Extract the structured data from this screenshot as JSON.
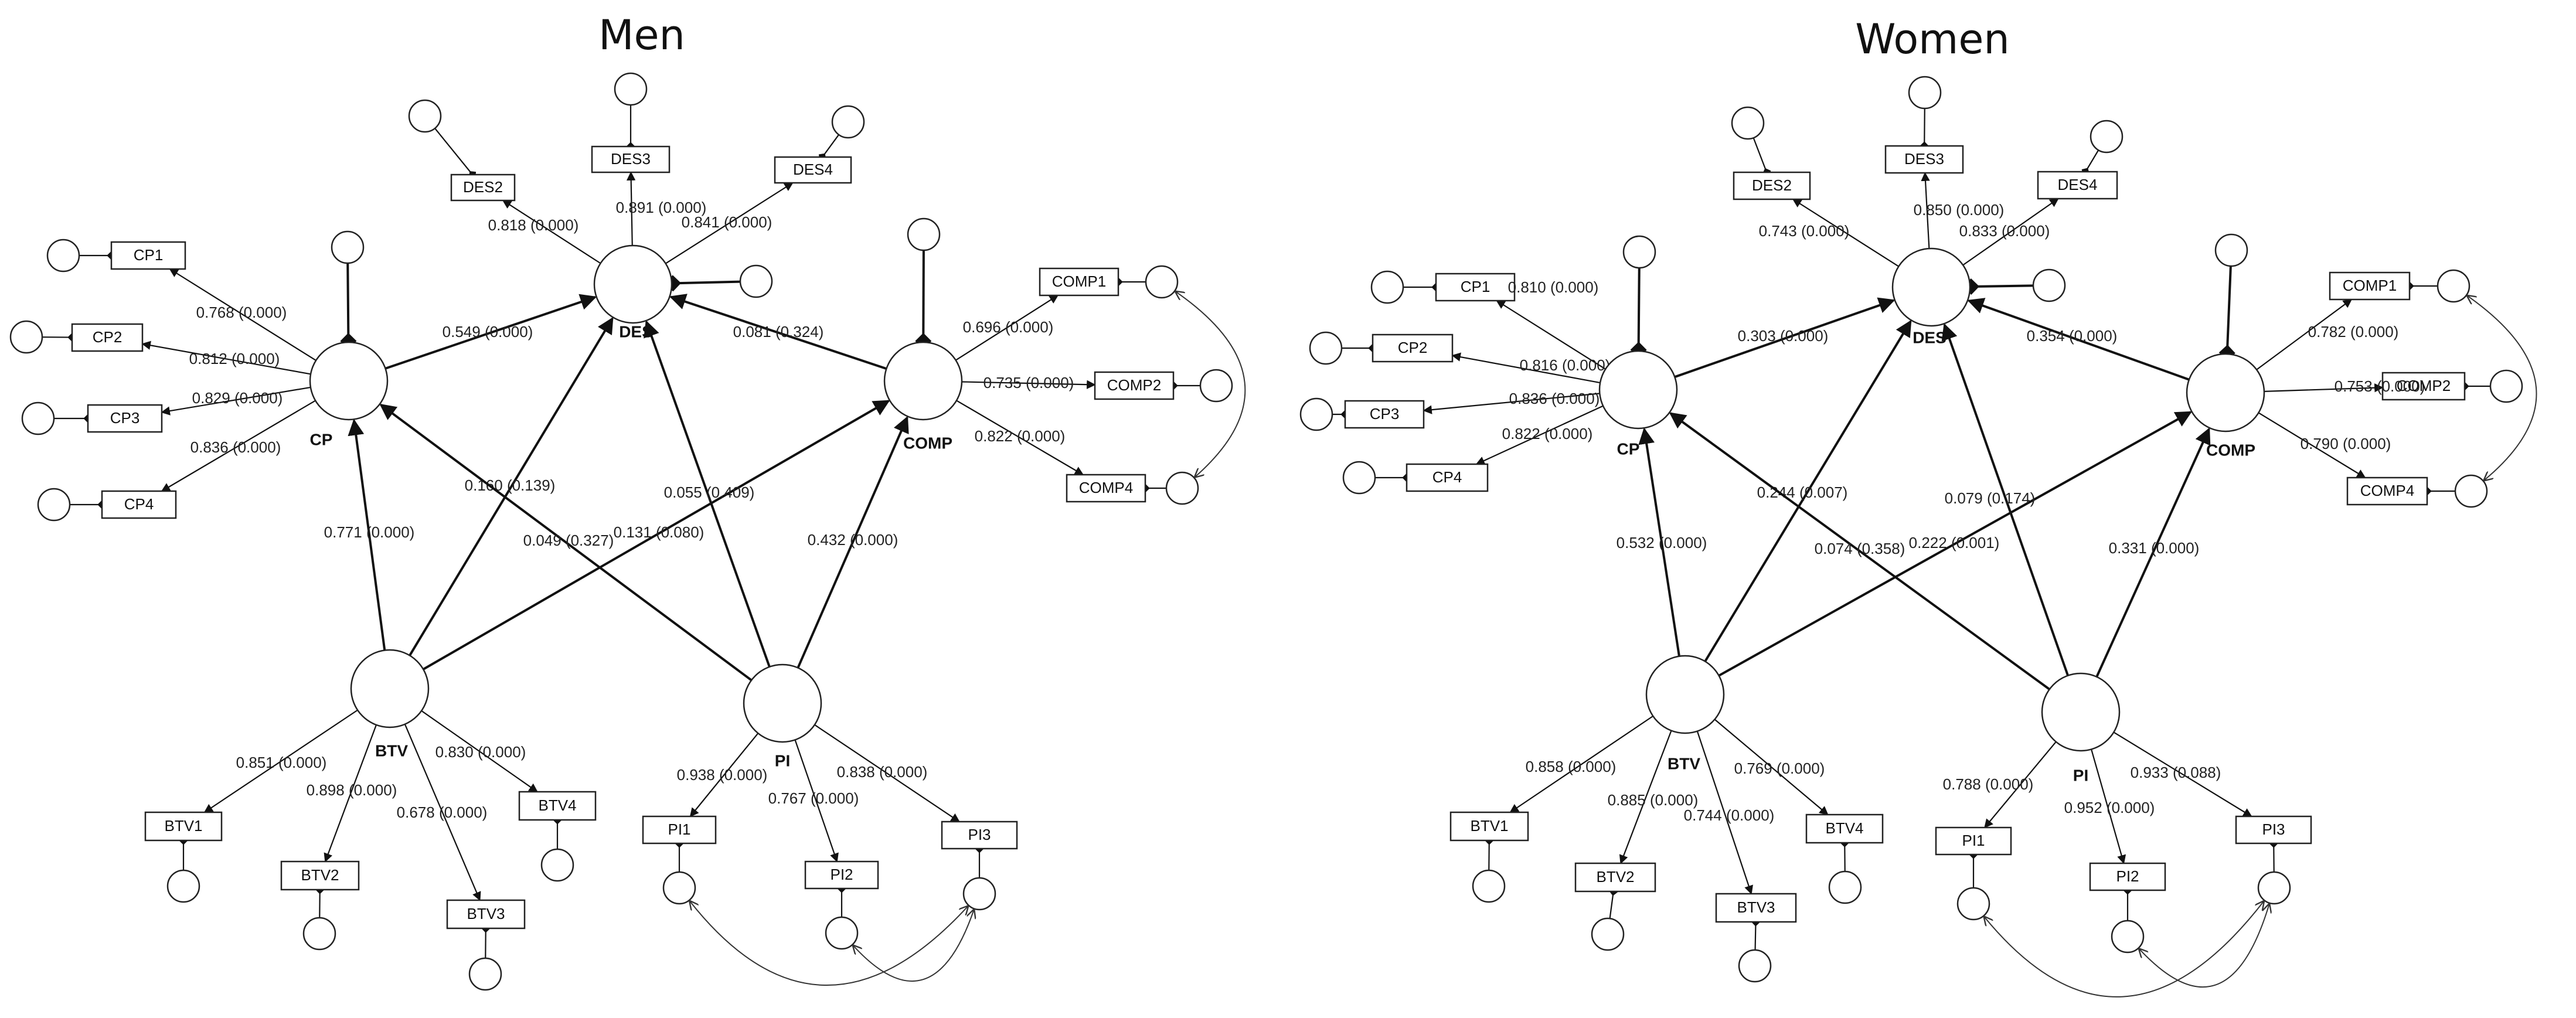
{
  "panels": [
    {
      "title": "Men",
      "constructs": {
        "CP": "CP",
        "DES": "DES",
        "COMP": "COMP",
        "BTV": "BTV",
        "PI": "PI"
      },
      "indicators": {
        "DES2": "DES2",
        "DES3": "DES3",
        "DES4": "DES4",
        "CP1": "CP1",
        "CP2": "CP2",
        "CP3": "CP3",
        "CP4": "CP4",
        "COMP1": "COMP1",
        "COMP2": "COMP2",
        "COMP4": "COMP4",
        "BTV1": "BTV1",
        "BTV2": "BTV2",
        "BTV3": "BTV3",
        "BTV4": "BTV4",
        "PI1": "PI1",
        "PI2": "PI2",
        "PI3": "PI3"
      },
      "loadings": {
        "DES2": "0.818 (0.000)",
        "DES3": "0.891 (0.000)",
        "DES4": "0.841 (0.000)",
        "CP1": "0.768 (0.000)",
        "CP2": "0.812 (0.000)",
        "CP3": "0.829 (0.000)",
        "CP4": "0.836 (0.000)",
        "COMP1": "0.696 (0.000)",
        "COMP2": "0.735 (0.000)",
        "COMP4": "0.822 (0.000)",
        "BTV1": "0.851 (0.000)",
        "BTV2": "0.898 (0.000)",
        "BTV3": "0.678 (0.000)",
        "BTV4": "0.830 (0.000)",
        "PI1": "0.938 (0.000)",
        "PI2": "0.767 (0.000)",
        "PI3": "0.838 (0.000)"
      },
      "paths": {
        "CP_DES": "0.549 (0.000)",
        "COMP_DES": "0.081 (0.324)",
        "BTV_CP": "0.771 (0.000)",
        "BTV_DES": "0.160 (0.139)",
        "PI_CP": "0.049 (0.327)",
        "BTV_COMP": "0.131 (0.080)",
        "PI_DES": "0.055 (0.409)",
        "PI_COMP": "0.432 (0.000)"
      }
    },
    {
      "title": "Women",
      "constructs": {
        "CP": "CP",
        "DES": "DES",
        "COMP": "COMP",
        "BTV": "BTV",
        "PI": "PI"
      },
      "indicators": {
        "DES2": "DES2",
        "DES3": "DES3",
        "DES4": "DES4",
        "CP1": "CP1",
        "CP2": "CP2",
        "CP3": "CP3",
        "CP4": "CP4",
        "COMP1": "COMP1",
        "COMP2": "COMP2",
        "COMP4": "COMP4",
        "BTV1": "BTV1",
        "BTV2": "BTV2",
        "BTV3": "BTV3",
        "BTV4": "BTV4",
        "PI1": "PI1",
        "PI2": "PI2",
        "PI3": "PI3"
      },
      "loadings": {
        "DES2": "0.743 (0.000)",
        "DES3": "0.850 (0.000)",
        "DES4": "0.833 (0.000)",
        "CP1": "0.810 (0.000)",
        "CP2": "0.816 (0.000)",
        "CP3": "0.836 (0.000)",
        "CP4": "0.822 (0.000)",
        "COMP1": "0.782 (0.000)",
        "COMP2": "0.753 (0.000)",
        "COMP4": "0.790 (0.000)",
        "BTV1": "0.858 (0.000)",
        "BTV2": "0.885 (0.000)",
        "BTV3": "0.744 (0.000)",
        "BTV4": "0.769 (0.000)",
        "PI1": "0.788 (0.000)",
        "PI2": "0.952 (0.000)",
        "PI3": "0.933 (0.088)"
      },
      "paths": {
        "CP_DES": "0.303 (0.000)",
        "COMP_DES": "0.354 (0.000)",
        "BTV_CP": "0.532 (0.000)",
        "BTV_DES": "0.244 (0.007)",
        "PI_CP": "0.074 (0.358)",
        "BTV_COMP": "0.222 (0.001)",
        "PI_DES": "0.079 (0.174)",
        "PI_COMP": "0.331 (0.000)"
      }
    }
  ]
}
